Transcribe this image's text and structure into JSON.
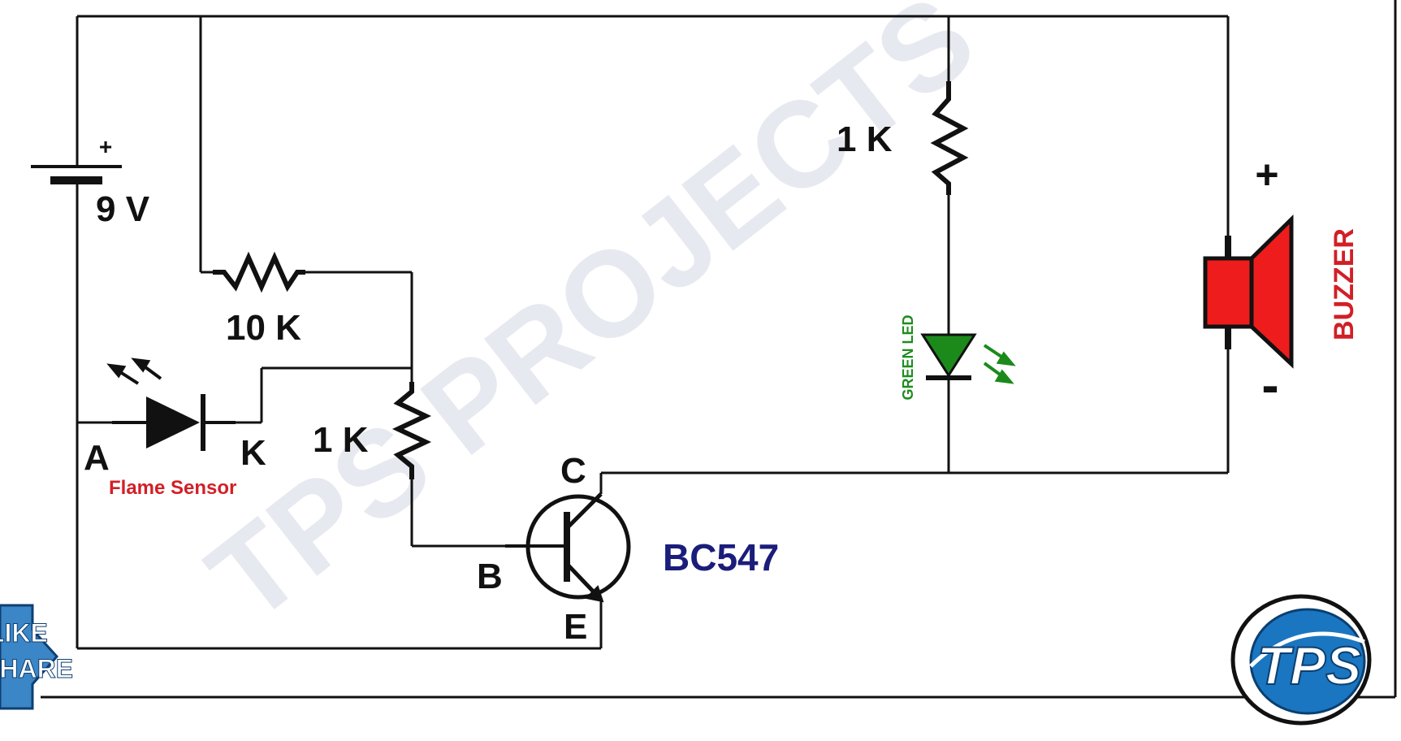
{
  "battery": {
    "plus_sign": "+",
    "voltage": "9 V"
  },
  "resistors": {
    "r_10k": "10 K",
    "r_base": "1 K",
    "r_led": "1 K"
  },
  "flame_sensor": {
    "anode": "A",
    "cathode": "K",
    "name": "Flame Sensor"
  },
  "transistor": {
    "collector": "C",
    "base": "B",
    "emitter": "E",
    "model": "BC547"
  },
  "led": {
    "name": "GREEN LED"
  },
  "buzzer": {
    "name": "BUZZER",
    "plus_sign": "+",
    "minus_sign": "-"
  },
  "watermark": "TPS PROJECTS",
  "logo_text": "TPS",
  "side_badge": {
    "line1": "LIKE",
    "line2": "SHARE"
  },
  "colors": {
    "wire": "#111111",
    "label_dark": "#111111",
    "label_red": "#d21f26",
    "label_navy": "#1a1d7a",
    "led_green": "#1b8a1b",
    "led_label_green": "#1e8c1e",
    "buzzer_red": "#ee1c1c",
    "watermark": "#e5e7ef",
    "logo_blue": "#1a76c0"
  }
}
